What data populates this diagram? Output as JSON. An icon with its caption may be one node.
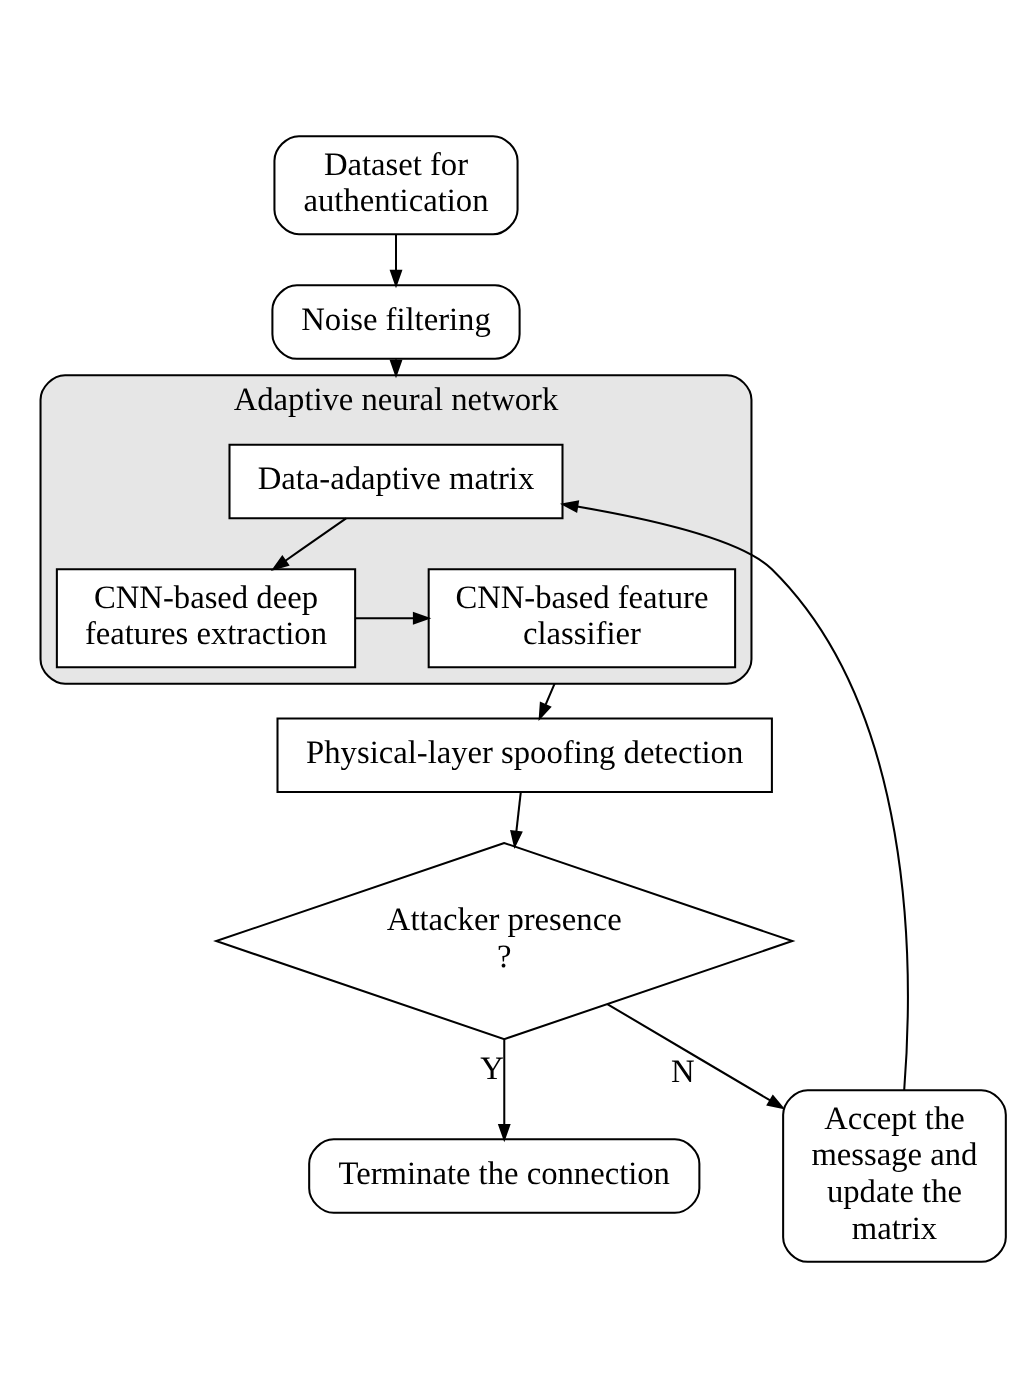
{
  "diagram": {
    "nodes": [
      {
        "text": [
          "Dataset for authentication"
        ]
      },
      {
        "text": [
          "Noise filtering"
        ]
      },
      {
        "text": [
          "Adaptive neural network"
        ]
      },
      {
        "text": [
          "Data-adaptive matrix"
        ],
        "in": 2
      },
      {
        "text": [
          "CNN-based deep features extraction"
        ],
        "in": 2
      },
      {
        "text": [
          "CNN-based feature classifier"
        ],
        "in": 2
      },
      {
        "text": [
          "Physical-layer spoofing detection"
        ]
      },
      {
        "text": [
          "Attacker presence ?"
        ]
      },
      {
        "text": [
          "Accept the message and update the matrix"
        ]
      },
      {
        "text": [
          "Terminate the connection"
        ]
      }
    ],
    "edges": [
      {
        "from": 0,
        "to": 1,
        "arrow": "to"
      },
      {
        "from": 1,
        "to": 2,
        "arrow": "to"
      },
      {
        "from": 3,
        "to": 4,
        "arrow": "to"
      },
      {
        "from": 4,
        "to": 5,
        "arrow": "to"
      },
      {
        "from": 2,
        "to": 6,
        "arrow": "to"
      },
      {
        "from": 6,
        "to": 7,
        "arrow": "to"
      },
      {
        "from": 7,
        "to": 8,
        "label": "N",
        "arrow": "to"
      },
      {
        "from": 8,
        "to": 3,
        "arrow": "to"
      },
      {
        "from": 7,
        "to": 9,
        "label": "Y",
        "arrow": "to"
      }
    ]
  }
}
